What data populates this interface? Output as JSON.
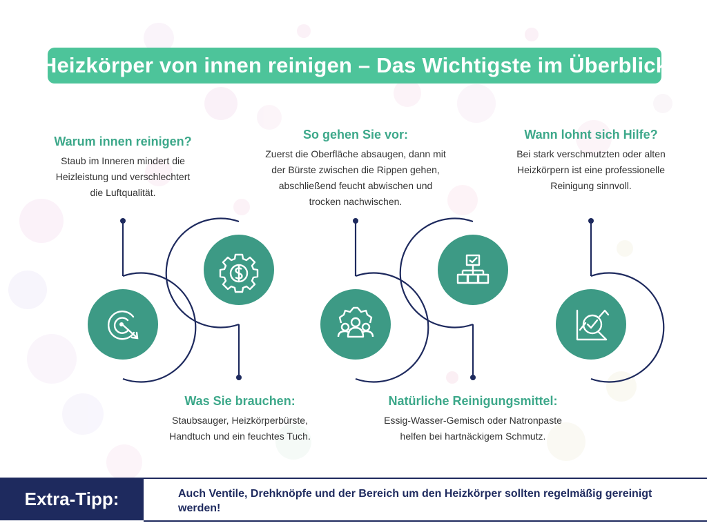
{
  "title": "Heizkörper von innen reinigen – Das Wichtigste im Überblick",
  "colors": {
    "accent": "#4dc49a",
    "teal": "#3d9a85",
    "navy": "#1e2a5e",
    "heading": "#3da88a"
  },
  "steps": [
    {
      "heading": "Warum innen reinigen?",
      "lines": [
        "Staub im Inneren mindert die",
        "Heizleistung und verschlechtert",
        "die Luftqualität."
      ],
      "icon": "target-icon"
    },
    {
      "heading": "Was Sie brauchen:",
      "lines": [
        "Staubsauger, Heizkörperbürste,",
        "Handtuch und ein feuchtes Tuch."
      ],
      "icon": "dollar-gear-icon"
    },
    {
      "heading": "So gehen Sie vor:",
      "lines": [
        "Zuerst die Oberfläche absaugen, dann mit",
        "der Bürste zwischen die Rippen gehen,",
        "abschließend feucht abwischen und",
        "trocken nachwischen."
      ],
      "icon": "team-gear-icon"
    },
    {
      "heading": "Natürliche Reinigungsmittel:",
      "lines": [
        "Essig-Wasser-Gemisch oder Natronpaste",
        "helfen bei hartnäckigem Schmutz."
      ],
      "icon": "hierarchy-icon"
    },
    {
      "heading": "Wann lohnt sich Hilfe?",
      "lines": [
        "Bei stark verschmutzten oder alten",
        "Heizkörpern ist eine professionelle",
        "Reinigung sinnvoll."
      ],
      "icon": "chart-check-icon"
    }
  ],
  "footer": {
    "label": "Extra-Tipp:",
    "text": "Auch Ventile, Drehknöpfe und der Bereich um den Heizkörper sollten regelmäßig gereinigt werden!"
  }
}
